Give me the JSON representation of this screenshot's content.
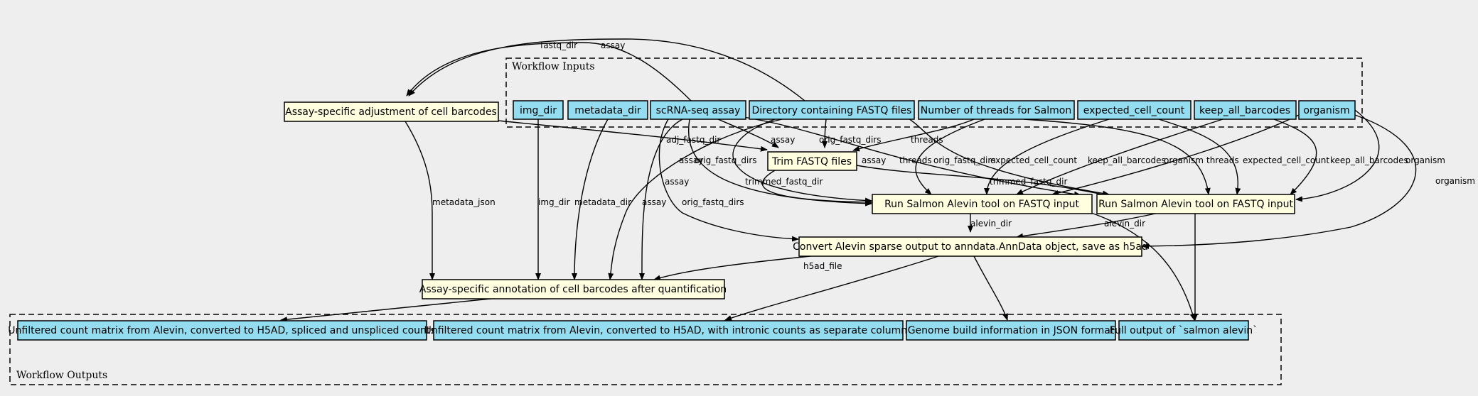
{
  "clusters": {
    "inputs_label": "Workflow Inputs",
    "outputs_label": "Workflow Outputs"
  },
  "nodes": {
    "adj_barcodes": "Assay-specific adjustment of cell barcodes",
    "img_dir": "img_dir",
    "metadata_dir": "metadata_dir",
    "assay": "scRNA-seq assay",
    "fastq_dir": "Directory containing FASTQ files",
    "threads": "Number of threads for Salmon",
    "expected_cell_count": "expected_cell_count",
    "keep_all_barcodes": "keep_all_barcodes",
    "organism": "organism",
    "trim_fastq": "Trim FASTQ files",
    "salmon_1": "Run Salmon Alevin tool on FASTQ input",
    "salmon_2": "Run Salmon Alevin tool on FASTQ input",
    "convert": "Convert Alevin sparse output to anndata.AnnData object, save as h5ad",
    "annotate": "Assay-specific annotation of cell barcodes after quantification",
    "out_spliced": "Unfiltered count matrix from Alevin, converted to H5AD, spliced and unspliced counts",
    "out_intronic": "Unfiltered count matrix from Alevin, converted to H5AD, with intronic counts as separate columns",
    "out_genome": "Genome build information in JSON format",
    "out_salmon": "Full output of `salmon alevin`"
  },
  "edge_labels": {
    "fastq_dir_to_adj": "fastq_dir",
    "assay_to_adj": "assay",
    "adj_to_trim": "adj_fastq_dir",
    "adj_to_annotate": "metadata_json",
    "img_to_annotate": "img_dir",
    "metadata_to_annotate": "metadata_dir",
    "assay_to_annotate": "assay",
    "fastq_to_annotate": "orig_fastq_dirs",
    "assay_to_trim": "assay",
    "fastq_to_trim": "orig_fastq_dirs",
    "threads_to_trim": "threads",
    "assay_to_salmon1": "assay",
    "fastq_to_salmon1": "orig_fastq_dirs",
    "trim_to_salmon1": "trimmed_fastq_dir",
    "threads_to_salmon1": "threads",
    "ecc_to_salmon1": "expected_cell_count",
    "kab_to_salmon1": "keep_all_barcodes",
    "org_to_salmon1": "organism",
    "assay_to_salmon2": "assay",
    "fastq_to_salmon2": "orig_fastq_dirs",
    "trim_to_salmon2": "trimmed_fastq_dir",
    "threads_to_salmon2": "threads",
    "ecc_to_salmon2": "expected_cell_count",
    "kab_to_salmon2": "keep_all_barcodes",
    "org_to_salmon2": "organism",
    "assay_to_convert": "assay",
    "salmon1_to_convert": "alevin_dir",
    "salmon2_to_convert": "alevin_dir",
    "org_to_convert": "organism",
    "convert_to_annotate": "h5ad_file"
  }
}
